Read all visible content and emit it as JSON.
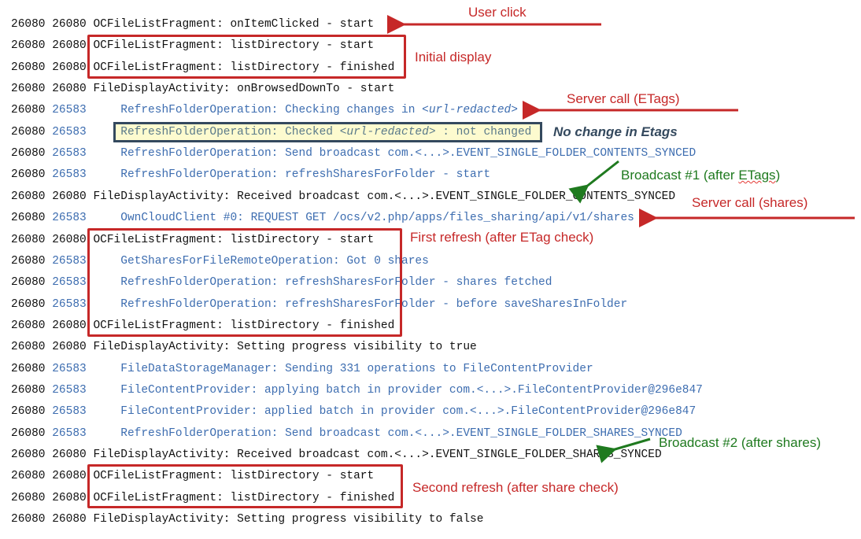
{
  "log_lines": [
    {
      "pid": "26080",
      "tid": "26080",
      "indent": false,
      "msg": "OCFileListFragment: onItemClicked - start"
    },
    {
      "pid": "26080",
      "tid": "26080",
      "indent": false,
      "msg": "OCFileListFragment: listDirectory - start"
    },
    {
      "pid": "26080",
      "tid": "26080",
      "indent": false,
      "msg": "OCFileListFragment: listDirectory - finished"
    },
    {
      "pid": "26080",
      "tid": "26080",
      "indent": false,
      "msg": "FileDisplayActivity: onBrowsedDownTo - start"
    },
    {
      "pid": "26080",
      "tid": "26583",
      "indent": true,
      "msg": "RefreshFolderOperation: Checking changes in ",
      "em": "<url-redacted>",
      "tail": ""
    },
    {
      "pid": "26080",
      "tid": "26583",
      "indent": true,
      "msg": "RefreshFolderOperation: Checked ",
      "em": "<url-redacted>",
      "tail": " : not changed"
    },
    {
      "pid": "26080",
      "tid": "26583",
      "indent": true,
      "msg": "RefreshFolderOperation: Send broadcast com.<...>.EVENT_SINGLE_FOLDER_CONTENTS_SYNCED"
    },
    {
      "pid": "26080",
      "tid": "26583",
      "indent": true,
      "msg": "RefreshFolderOperation: refreshSharesForFolder - start"
    },
    {
      "pid": "26080",
      "tid": "26080",
      "indent": false,
      "msg": "FileDisplayActivity: Received broadcast com.<...>.EVENT_SINGLE_FOLDER_CONTENTS_SYNCED"
    },
    {
      "pid": "26080",
      "tid": "26583",
      "indent": true,
      "msg": "OwnCloudClient #0: REQUEST GET /ocs/v2.php/apps/files_sharing/api/v1/shares"
    },
    {
      "pid": "26080",
      "tid": "26080",
      "indent": false,
      "msg": "OCFileListFragment: listDirectory - start"
    },
    {
      "pid": "26080",
      "tid": "26583",
      "indent": true,
      "msg": "GetSharesForFileRemoteOperation: Got 0 shares"
    },
    {
      "pid": "26080",
      "tid": "26583",
      "indent": true,
      "msg": "RefreshFolderOperation: refreshSharesForFolder - shares fetched"
    },
    {
      "pid": "26080",
      "tid": "26583",
      "indent": true,
      "msg": "RefreshFolderOperation: refreshSharesForFolder - before saveSharesInFolder"
    },
    {
      "pid": "26080",
      "tid": "26080",
      "indent": false,
      "msg": "OCFileListFragment: listDirectory - finished"
    },
    {
      "pid": "26080",
      "tid": "26080",
      "indent": false,
      "msg": "FileDisplayActivity: Setting progress visibility to true"
    },
    {
      "pid": "26080",
      "tid": "26583",
      "indent": true,
      "msg": "FileDataStorageManager: Sending 331 operations to FileContentProvider"
    },
    {
      "pid": "26080",
      "tid": "26583",
      "indent": true,
      "msg": "FileContentProvider: applying batch in provider com.<...>.FileContentProvider@296e847"
    },
    {
      "pid": "26080",
      "tid": "26583",
      "indent": true,
      "msg": "FileContentProvider: applied batch in provider com.<...>.FileContentProvider@296e847"
    },
    {
      "pid": "26080",
      "tid": "26583",
      "indent": true,
      "msg": "RefreshFolderOperation: Send broadcast com.<...>.EVENT_SINGLE_FOLDER_SHARES_SYNCED"
    },
    {
      "pid": "26080",
      "tid": "26080",
      "indent": false,
      "msg": "FileDisplayActivity: Received broadcast com.<...>.EVENT_SINGLE_FOLDER_SHARES_SYNCED"
    },
    {
      "pid": "26080",
      "tid": "26080",
      "indent": false,
      "msg": "OCFileListFragment: listDirectory - start"
    },
    {
      "pid": "26080",
      "tid": "26080",
      "indent": false,
      "msg": "OCFileListFragment: listDirectory - finished"
    },
    {
      "pid": "26080",
      "tid": "26080",
      "indent": false,
      "msg": "FileDisplayActivity: Setting progress visibility to false"
    }
  ],
  "annotations": {
    "user_click": "User click",
    "initial_display": "Initial display",
    "server_call_etags": "Server call (ETags)",
    "no_change": "No change in Etags",
    "broadcast1_pre": "Broadcast #1 (after ",
    "broadcast1_word": "ETags",
    "broadcast1_post": ")",
    "server_call_shares": "Server call (shares)",
    "first_refresh": "First refresh (after ETag check)",
    "broadcast2": "Broadcast #2 (after shares)",
    "second_refresh": "Second refresh (after share check)"
  },
  "colors": {
    "red": "#c62828",
    "green": "#1f7a1f",
    "highlight_border": "#34495e",
    "highlight_bg": "#fdfbcf",
    "thread_blue": "#3d6db0"
  }
}
